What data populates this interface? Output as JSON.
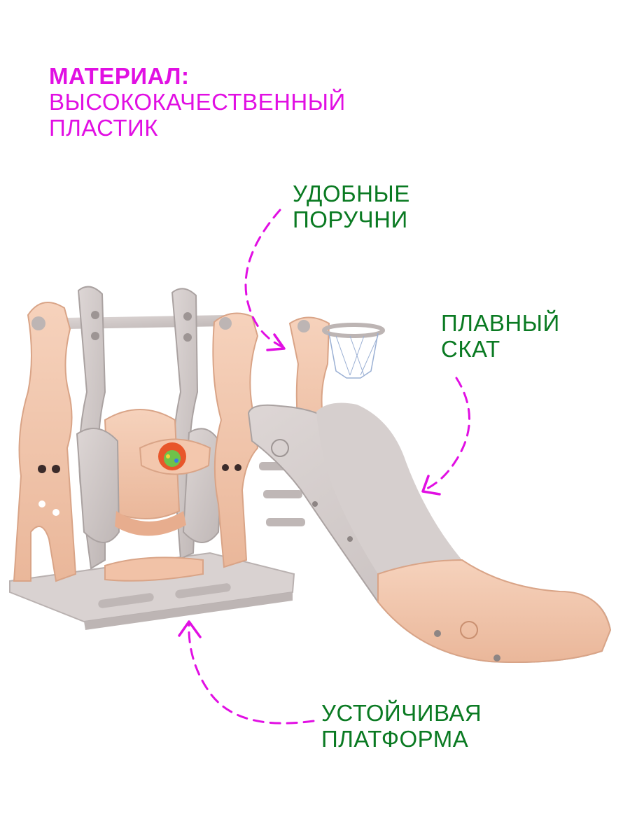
{
  "labels": {
    "material": {
      "title": "МАТЕРИАЛ:",
      "line1": "ВЫСОКОКАЧЕСТВЕННЫЙ",
      "line2": "ПЛАСТИК"
    },
    "handrails": {
      "line1": "УДОБНЫЕ",
      "line2": "ПОРУЧНИ"
    },
    "smooth_slope": {
      "line1": "ПЛАВНЫЙ",
      "line2": "СКАТ"
    },
    "stable_platform": {
      "line1": "УСТОЙЧИВАЯ",
      "line2": "ПЛАТФОРМА"
    }
  },
  "colors": {
    "heading_magenta": "#e10fe3",
    "label_green": "#0a7a22",
    "arrow_magenta": "#e10fe3",
    "plastic_peach": "#f3c7ad",
    "plastic_grey": "#cfc7c6"
  },
  "icons": {
    "arrow_style": "dashed-curved-arrow",
    "product": "swing-slide-playset"
  }
}
